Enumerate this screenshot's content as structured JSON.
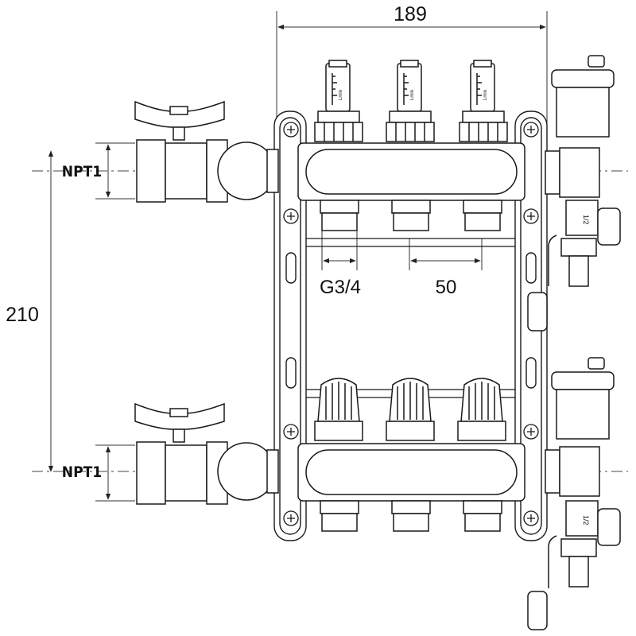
{
  "dimensions": {
    "overall_width": "189",
    "port_spacing": "50",
    "outlet_thread": "G3/4",
    "inlet_thread_top": "NPT1",
    "inlet_thread_bottom": "NPT1",
    "manifold_spacing": "210"
  },
  "flowmeter_scale_text": "Lmin",
  "drain_valve_label": "1/2",
  "colors": {
    "line": "#1a1a1a",
    "dimension": "#333333",
    "background": "#ffffff"
  }
}
